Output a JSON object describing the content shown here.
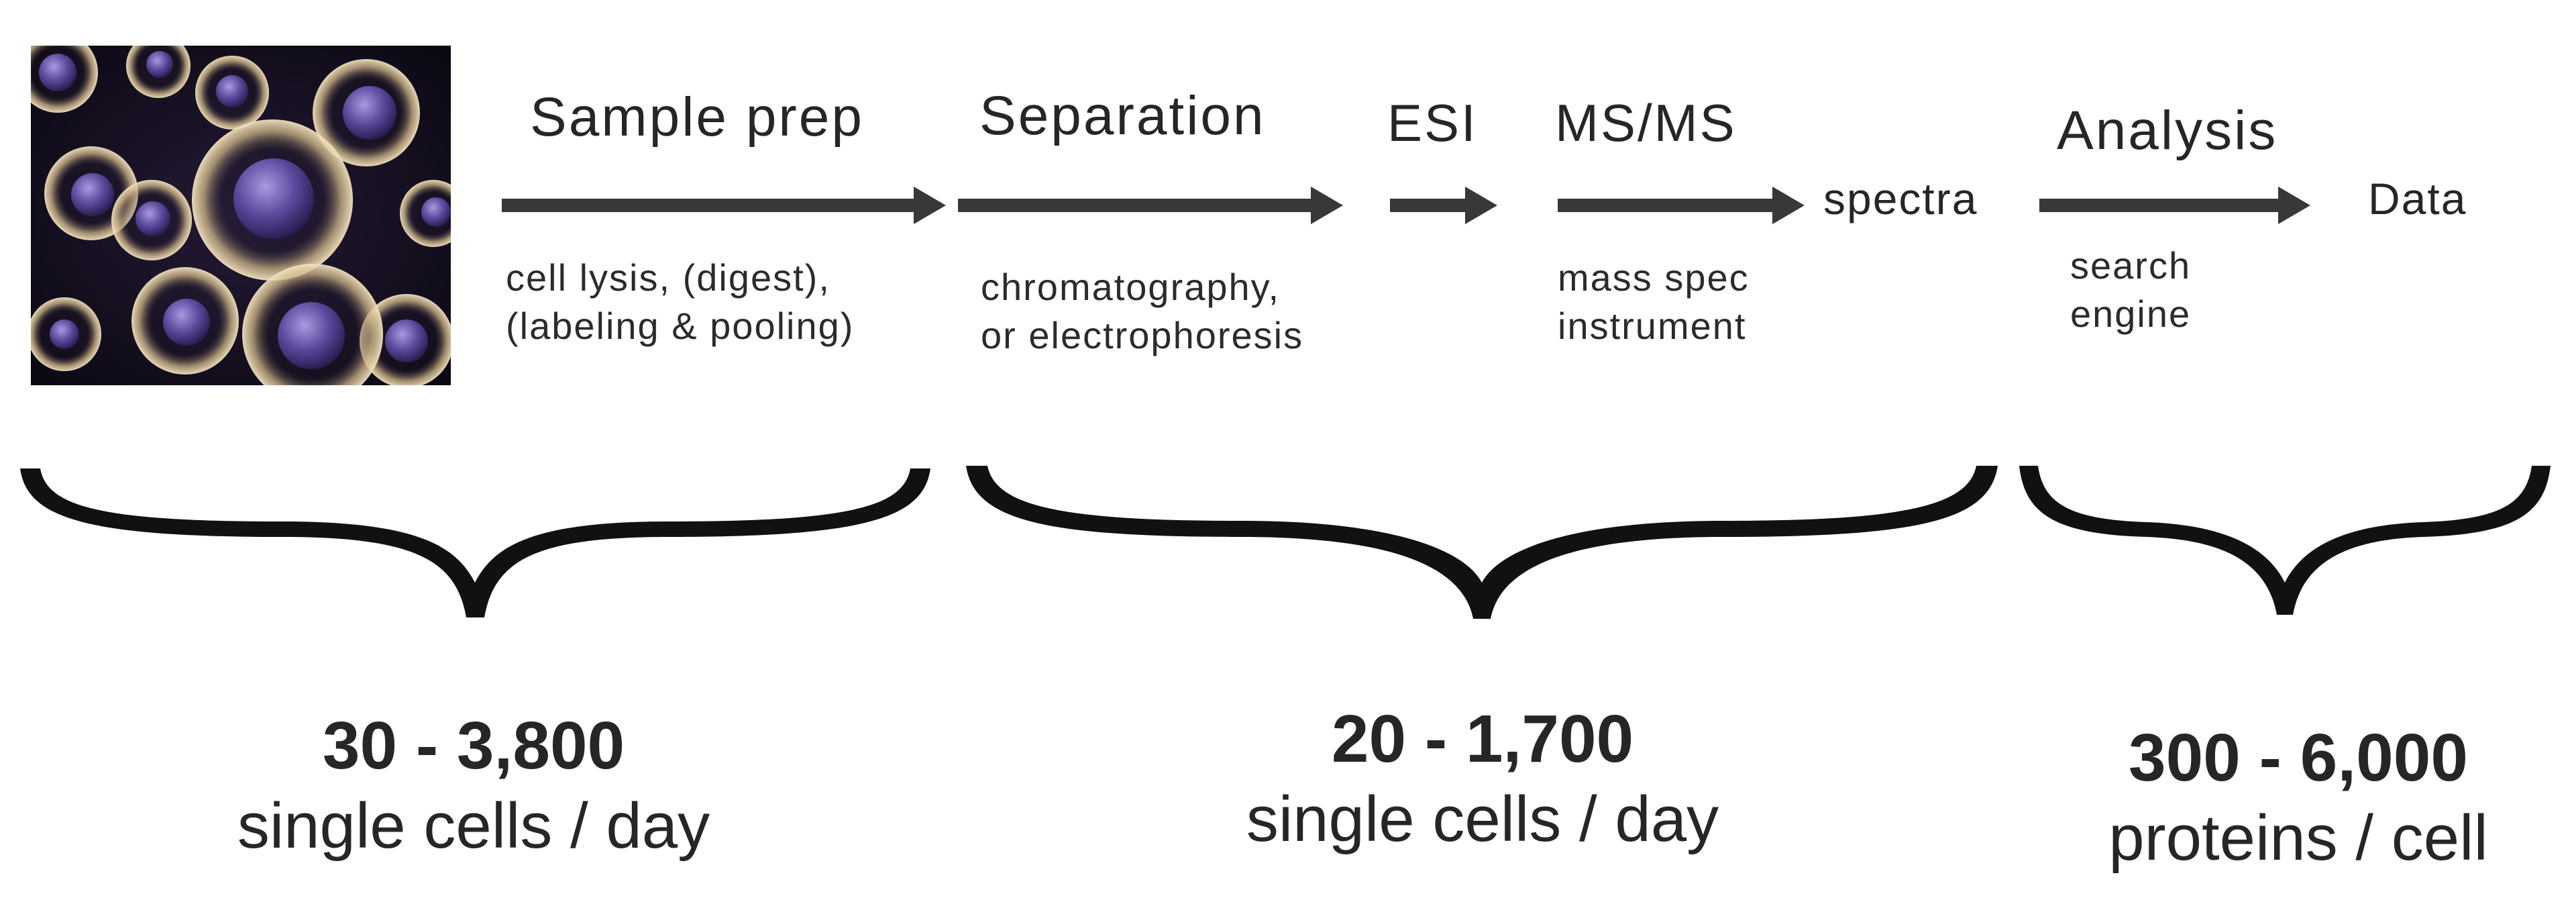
{
  "stages": {
    "sample_prep": {
      "title": "Sample prep",
      "sub": [
        "cell lysis, (digest),",
        "(labeling & pooling)"
      ]
    },
    "separation": {
      "title": "Separation",
      "sub": [
        "chromatography,",
        "or electrophoresis"
      ]
    },
    "esi": {
      "title": "ESI"
    },
    "msms": {
      "title": "MS/MS",
      "sub": [
        "mass spec",
        "instrument"
      ]
    },
    "spectra": {
      "label": "spectra"
    },
    "analysis": {
      "title": "Analysis",
      "sub": [
        "search",
        "engine"
      ]
    },
    "data": {
      "label": "Data"
    }
  },
  "metrics": [
    {
      "range": "30 - 3,800",
      "unit": "single cells / day"
    },
    {
      "range": "20 - 1,700",
      "unit": "single cells / day"
    },
    {
      "range": "300 - 6,000",
      "unit": "proteins / cell"
    }
  ],
  "colors": {
    "ink": "#2b2b2b",
    "arrow": "#383838",
    "cell_dark": "#120d1c",
    "cell_nucleus": "#5d4a9e",
    "cell_membrane": "#d9c39a"
  }
}
